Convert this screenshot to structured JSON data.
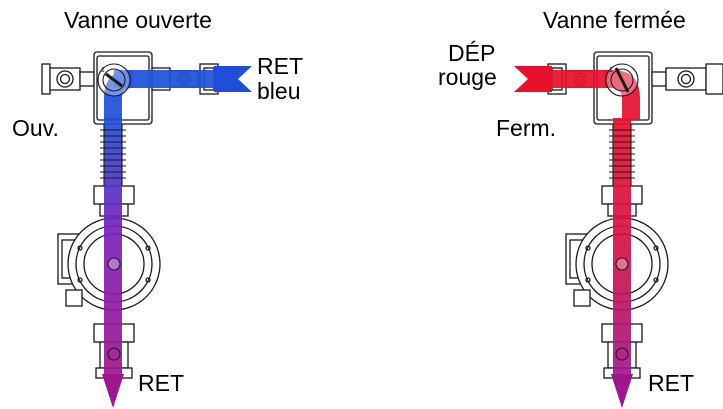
{
  "left_panel": {
    "title": "Vanne ouverte",
    "valve_state_label": "Ouv.",
    "inlet_label_line1": "RET",
    "inlet_label_line2": "bleu",
    "outlet_label": "RET",
    "inlet_color": "#1e4fd8",
    "outlet_color": "#a0168e"
  },
  "right_panel": {
    "title": "Vanne fermée",
    "valve_state_label": "Ferm.",
    "inlet_label_line1": "DÉP",
    "inlet_label_line2": "rouge",
    "outlet_label": "RET",
    "inlet_color": "#e8102c",
    "outlet_color": "#a0168e"
  },
  "colors": {
    "line": "#1a1a1a",
    "blue": "#1e4fd8",
    "red": "#e8102c",
    "magenta": "#a0168e"
  }
}
